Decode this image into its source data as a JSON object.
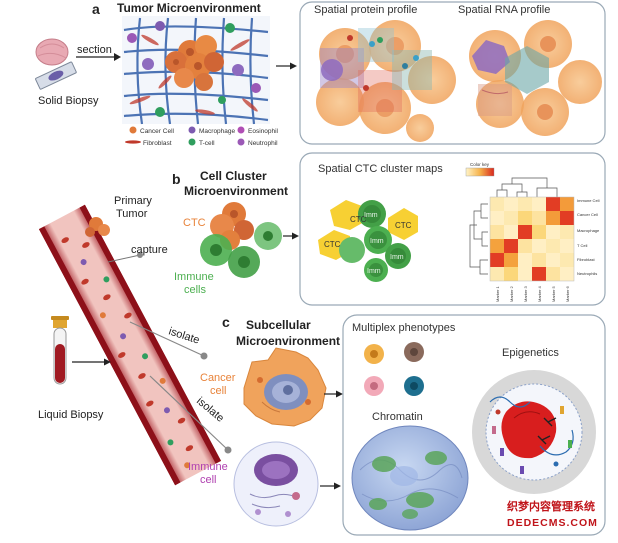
{
  "panel_a": {
    "letter": "a",
    "title": "Tumor Microenvironment",
    "section_label": "section",
    "solid_biopsy_label": "Solid Biopsy",
    "legend": {
      "cancer_cell": "Cancer Cell",
      "fibroblast": "Fibroblast",
      "macrophage": "Macrophage",
      "t_cell": "T-cell",
      "eosinophil": "Eosinophil",
      "neutrophil": "Neutrophil"
    },
    "protein_profile_title": "Spatial protein profile",
    "rna_profile_title": "Spatial RNA profile"
  },
  "panel_b": {
    "letter": "b",
    "title_line1": "Cell Cluster",
    "title_line2": "Microenvironment",
    "primary_tumor_line1": "Primary",
    "primary_tumor_line2": "Tumor",
    "capture_label": "capture",
    "ctc_label": "CTC",
    "immune_line1": "Immune",
    "immune_line2": "cells",
    "cluster_map_title": "Spatial CTC cluster maps",
    "color_key_label": "Color key",
    "cell_labels": [
      "Immune Cell",
      "Cancer Cell",
      "Macrophage",
      "T Cell",
      "Fibroblast",
      "Neutrophils"
    ],
    "marker_labels": [
      "Marker 1",
      "Marker 2",
      "Marker 3",
      "Marker 4",
      "Marker 5",
      "Marker 6"
    ],
    "cluster_ctc": "CTC",
    "cluster_imm": "Imm"
  },
  "panel_c": {
    "letter": "c",
    "title_line1": "Subcellular",
    "title_line2": "Microenvironment",
    "isolate_label_1": "isolate",
    "isolate_label_2": "isolate",
    "liquid_biopsy_label": "Liquid  Biopsy",
    "cancer_line1": "Cancer",
    "cancer_line2": "cell",
    "immune_line1": "Immune",
    "immune_line2": "cell",
    "multiplex_title": "Multiplex phenotypes",
    "chromatin_title": "Chromatin",
    "epigenetics_title": "Epigenetics"
  },
  "watermark": {
    "line1": "织梦内容管理系统",
    "line2": "DEDECMS.COM"
  },
  "colors": {
    "cancer_orange": "#e8833a",
    "immune_green": "#4caf50",
    "immune_purple": "#b040b0",
    "vessel_red": "#b01e28",
    "box_border": "#9aa9b6"
  }
}
